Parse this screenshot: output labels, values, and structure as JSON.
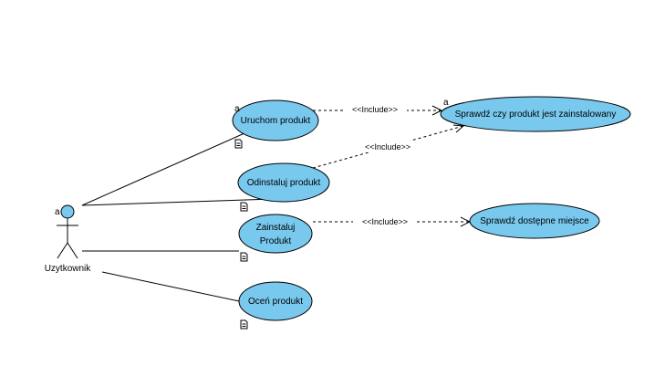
{
  "diagram": {
    "actor": {
      "name": "Uzytkownik",
      "marker": "a"
    },
    "use_cases": [
      {
        "id": "uc_run",
        "label_lines": [
          "Uruchom produkt"
        ],
        "marker": "a"
      },
      {
        "id": "uc_uninstall",
        "label_lines": [
          "Odinstaluj produkt"
        ],
        "marker": ""
      },
      {
        "id": "uc_install",
        "label_lines": [
          "Zainstaluj",
          "Produkt"
        ],
        "marker": ""
      },
      {
        "id": "uc_rate",
        "label_lines": [
          "Oceń produkt"
        ],
        "marker": ""
      },
      {
        "id": "uc_check_installed",
        "label_lines": [
          "Sprawdź czy produkt jest zainstalowany"
        ],
        "marker": "a"
      },
      {
        "id": "uc_check_space",
        "label_lines": [
          "Sprawdź dostępne miejsce"
        ],
        "marker": ""
      }
    ],
    "includes": [
      {
        "from": "uc_run",
        "to": "uc_check_installed",
        "label": "<<Include>>"
      },
      {
        "from": "uc_uninstall",
        "to": "uc_check_installed",
        "label": "<<Include>>"
      },
      {
        "from": "uc_install",
        "to": "uc_check_space",
        "label": "<<Include>>"
      }
    ],
    "colors": {
      "use_case_fill": "#79c9ef",
      "stroke": "#000000",
      "background": "#ffffff"
    },
    "icons": {
      "actor_figure": "stick-figure-icon",
      "doc_marker": "document-icon"
    }
  }
}
